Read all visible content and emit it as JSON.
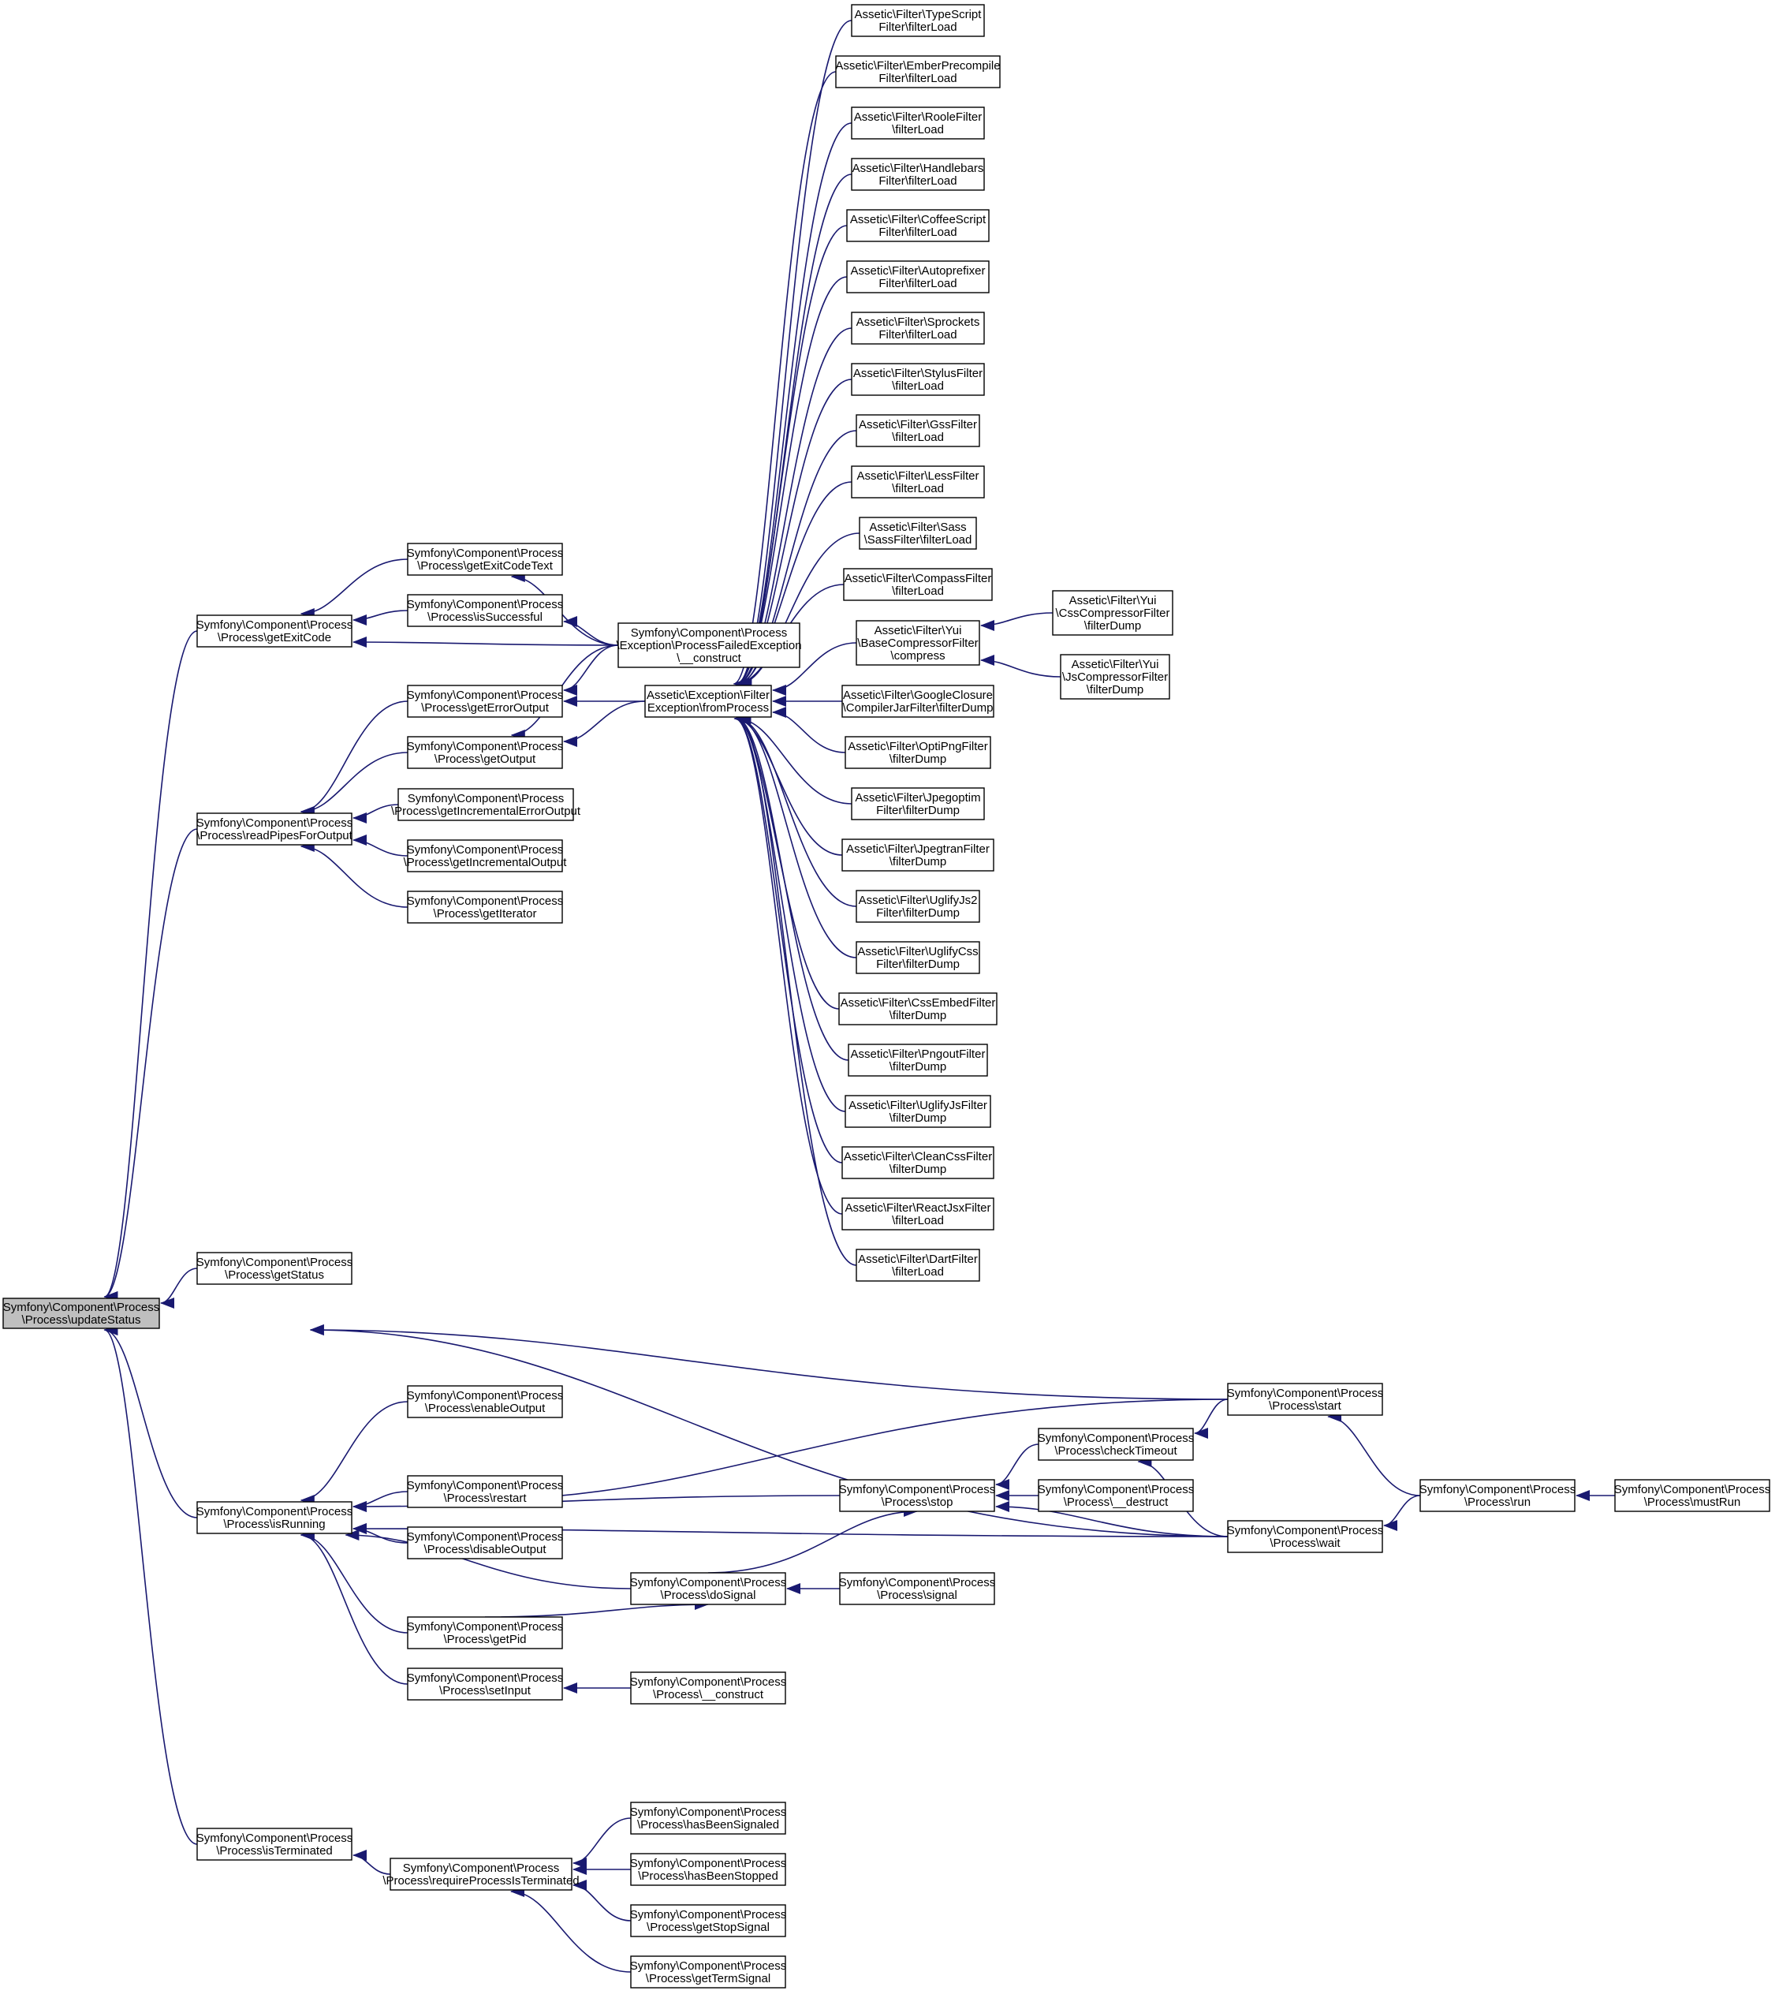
{
  "colors": {
    "edge": "#191970",
    "node_border": "#000000",
    "node_fill": "#ffffff",
    "focus_fill": "#bfbfbf"
  },
  "nodes": {
    "updateStatus": [
      "Symfony\\Component\\Process",
      "\\Process\\updateStatus"
    ],
    "getExitCode": [
      "Symfony\\Component\\Process",
      "\\Process\\getExitCode"
    ],
    "readPipesForOutput": [
      "Symfony\\Component\\Process",
      "\\Process\\readPipesForOutput"
    ],
    "getStatus": [
      "Symfony\\Component\\Process",
      "\\Process\\getStatus"
    ],
    "isRunning": [
      "Symfony\\Component\\Process",
      "\\Process\\isRunning"
    ],
    "isTerminated": [
      "Symfony\\Component\\Process",
      "\\Process\\isTerminated"
    ],
    "getExitCodeText": [
      "Symfony\\Component\\Process",
      "\\Process\\getExitCodeText"
    ],
    "isSuccessful": [
      "Symfony\\Component\\Process",
      "\\Process\\isSuccessful"
    ],
    "getErrorOutput": [
      "Symfony\\Component\\Process",
      "\\Process\\getErrorOutput"
    ],
    "getOutput": [
      "Symfony\\Component\\Process",
      "\\Process\\getOutput"
    ],
    "getIncrementalErrorOutput": [
      "Symfony\\Component\\Process",
      "\\Process\\getIncrementalErrorOutput"
    ],
    "getIncrementalOutput": [
      "Symfony\\Component\\Process",
      "\\Process\\getIncrementalOutput"
    ],
    "getIterator": [
      "Symfony\\Component\\Process",
      "\\Process\\getIterator"
    ],
    "enableOutput": [
      "Symfony\\Component\\Process",
      "\\Process\\enableOutput"
    ],
    "restart": [
      "Symfony\\Component\\Process",
      "\\Process\\restart"
    ],
    "disableOutput": [
      "Symfony\\Component\\Process",
      "\\Process\\disableOutput"
    ],
    "getPid": [
      "Symfony\\Component\\Process",
      "\\Process\\getPid"
    ],
    "setInput": [
      "Symfony\\Component\\Process",
      "\\Process\\setInput"
    ],
    "requireProcessIsTerminated": [
      "Symfony\\Component\\Process",
      "\\Process\\requireProcessIsTerminated"
    ],
    "processFailedConstruct": [
      "Symfony\\Component\\Process",
      "\\Exception\\ProcessFailedException",
      "\\__construct"
    ],
    "fromProcess": [
      "Assetic\\Exception\\Filter",
      "Exception\\fromProcess"
    ],
    "doSignal": [
      "Symfony\\Component\\Process",
      "\\Process\\doSignal"
    ],
    "processConstruct": [
      "Symfony\\Component\\Process",
      "\\Process\\__construct"
    ],
    "hasBeenSignaled": [
      "Symfony\\Component\\Process",
      "\\Process\\hasBeenSignaled"
    ],
    "hasBeenStopped": [
      "Symfony\\Component\\Process",
      "\\Process\\hasBeenStopped"
    ],
    "getStopSignal": [
      "Symfony\\Component\\Process",
      "\\Process\\getStopSignal"
    ],
    "getTermSignal": [
      "Symfony\\Component\\Process",
      "\\Process\\getTermSignal"
    ],
    "stop": [
      "Symfony\\Component\\Process",
      "\\Process\\stop"
    ],
    "signal": [
      "Symfony\\Component\\Process",
      "\\Process\\signal"
    ],
    "checkTimeout": [
      "Symfony\\Component\\Process",
      "\\Process\\checkTimeout"
    ],
    "destruct": [
      "Symfony\\Component\\Process",
      "\\Process\\__destruct"
    ],
    "start": [
      "Symfony\\Component\\Process",
      "\\Process\\start"
    ],
    "wait": [
      "Symfony\\Component\\Process",
      "\\Process\\wait"
    ],
    "run": [
      "Symfony\\Component\\Process",
      "\\Process\\run"
    ],
    "mustRun": [
      "Symfony\\Component\\Process",
      "\\Process\\mustRun"
    ],
    "typeScript": [
      "Assetic\\Filter\\TypeScript",
      "Filter\\filterLoad"
    ],
    "emberPrecompile": [
      "Assetic\\Filter\\EmberPrecompile",
      "Filter\\filterLoad"
    ],
    "roole": [
      "Assetic\\Filter\\RooleFilter",
      "\\filterLoad"
    ],
    "handlebars": [
      "Assetic\\Filter\\Handlebars",
      "Filter\\filterLoad"
    ],
    "coffeeScript": [
      "Assetic\\Filter\\CoffeeScript",
      "Filter\\filterLoad"
    ],
    "autoprefixer": [
      "Assetic\\Filter\\Autoprefixer",
      "Filter\\filterLoad"
    ],
    "sprockets": [
      "Assetic\\Filter\\Sprockets",
      "Filter\\filterLoad"
    ],
    "stylus": [
      "Assetic\\Filter\\StylusFilter",
      "\\filterLoad"
    ],
    "gss": [
      "Assetic\\Filter\\GssFilter",
      "\\filterLoad"
    ],
    "less": [
      "Assetic\\Filter\\LessFilter",
      "\\filterLoad"
    ],
    "sass": [
      "Assetic\\Filter\\Sass",
      "\\SassFilter\\filterLoad"
    ],
    "compass": [
      "Assetic\\Filter\\CompassFilter",
      "\\filterLoad"
    ],
    "yuiCompress": [
      "Assetic\\Filter\\Yui",
      "\\BaseCompressorFilter",
      "\\compress"
    ],
    "googleClosure": [
      "Assetic\\Filter\\GoogleClosure",
      "\\CompilerJarFilter\\filterDump"
    ],
    "optiPng": [
      "Assetic\\Filter\\OptiPngFilter",
      "\\filterDump"
    ],
    "jpegoptim": [
      "Assetic\\Filter\\Jpegoptim",
      "Filter\\filterDump"
    ],
    "jpegtran": [
      "Assetic\\Filter\\JpegtranFilter",
      "\\filterDump"
    ],
    "uglifyJs2": [
      "Assetic\\Filter\\UglifyJs2",
      "Filter\\filterDump"
    ],
    "uglifyCss": [
      "Assetic\\Filter\\UglifyCss",
      "Filter\\filterDump"
    ],
    "cssEmbed": [
      "Assetic\\Filter\\CssEmbedFilter",
      "\\filterDump"
    ],
    "pngout": [
      "Assetic\\Filter\\PngoutFilter",
      "\\filterDump"
    ],
    "uglifyJs": [
      "Assetic\\Filter\\UglifyJsFilter",
      "\\filterDump"
    ],
    "cleanCss": [
      "Assetic\\Filter\\CleanCssFilter",
      "\\filterDump"
    ],
    "reactJsx": [
      "Assetic\\Filter\\ReactJsxFilter",
      "\\filterLoad"
    ],
    "dart": [
      "Assetic\\Filter\\DartFilter",
      "\\filterLoad"
    ],
    "yuiCss": [
      "Assetic\\Filter\\Yui",
      "\\CssCompressorFilter",
      "\\filterDump"
    ],
    "yuiJs": [
      "Assetic\\Filter\\Yui",
      "\\JsCompressorFilter",
      "\\filterDump"
    ]
  },
  "focus_node": "updateStatus",
  "edges": [
    [
      "getExitCode",
      "updateStatus"
    ],
    [
      "readPipesForOutput",
      "updateStatus"
    ],
    [
      "getStatus",
      "updateStatus"
    ],
    [
      "start",
      "updateStatus"
    ],
    [
      "isRunning",
      "updateStatus"
    ],
    [
      "wait",
      "updateStatus"
    ],
    [
      "isTerminated",
      "updateStatus"
    ],
    [
      "getExitCodeText",
      "getExitCode"
    ],
    [
      "isSuccessful",
      "getExitCode"
    ],
    [
      "processFailedConstruct",
      "getExitCode"
    ],
    [
      "processFailedConstruct",
      "getExitCodeText"
    ],
    [
      "processFailedConstruct",
      "isSuccessful"
    ],
    [
      "getErrorOutput",
      "readPipesForOutput"
    ],
    [
      "getOutput",
      "readPipesForOutput"
    ],
    [
      "getIncrementalErrorOutput",
      "readPipesForOutput"
    ],
    [
      "getIncrementalOutput",
      "readPipesForOutput"
    ],
    [
      "getIterator",
      "readPipesForOutput"
    ],
    [
      "processFailedConstruct",
      "getErrorOutput"
    ],
    [
      "fromProcess",
      "getErrorOutput"
    ],
    [
      "processFailedConstruct",
      "getOutput"
    ],
    [
      "fromProcess",
      "getOutput"
    ],
    [
      "typeScript",
      "fromProcess"
    ],
    [
      "emberPrecompile",
      "fromProcess"
    ],
    [
      "roole",
      "fromProcess"
    ],
    [
      "handlebars",
      "fromProcess"
    ],
    [
      "coffeeScript",
      "fromProcess"
    ],
    [
      "autoprefixer",
      "fromProcess"
    ],
    [
      "sprockets",
      "fromProcess"
    ],
    [
      "stylus",
      "fromProcess"
    ],
    [
      "gss",
      "fromProcess"
    ],
    [
      "less",
      "fromProcess"
    ],
    [
      "sass",
      "fromProcess"
    ],
    [
      "compass",
      "fromProcess"
    ],
    [
      "yuiCompress",
      "fromProcess"
    ],
    [
      "googleClosure",
      "fromProcess"
    ],
    [
      "optiPng",
      "fromProcess"
    ],
    [
      "jpegoptim",
      "fromProcess"
    ],
    [
      "jpegtran",
      "fromProcess"
    ],
    [
      "uglifyJs2",
      "fromProcess"
    ],
    [
      "uglifyCss",
      "fromProcess"
    ],
    [
      "cssEmbed",
      "fromProcess"
    ],
    [
      "pngout",
      "fromProcess"
    ],
    [
      "uglifyJs",
      "fromProcess"
    ],
    [
      "cleanCss",
      "fromProcess"
    ],
    [
      "reactJsx",
      "fromProcess"
    ],
    [
      "dart",
      "fromProcess"
    ],
    [
      "yuiCss",
      "yuiCompress"
    ],
    [
      "yuiJs",
      "yuiCompress"
    ],
    [
      "start",
      "isRunning"
    ],
    [
      "enableOutput",
      "isRunning"
    ],
    [
      "stop",
      "isRunning"
    ],
    [
      "restart",
      "isRunning"
    ],
    [
      "disableOutput",
      "isRunning"
    ],
    [
      "doSignal",
      "isRunning"
    ],
    [
      "getPid",
      "isRunning"
    ],
    [
      "setInput",
      "isRunning"
    ],
    [
      "wait",
      "isRunning"
    ],
    [
      "doSignal",
      "stop"
    ],
    [
      "getPid",
      "doSignal"
    ],
    [
      "signal",
      "doSignal"
    ],
    [
      "processConstruct",
      "setInput"
    ],
    [
      "checkTimeout",
      "stop"
    ],
    [
      "destruct",
      "stop"
    ],
    [
      "wait",
      "stop"
    ],
    [
      "start",
      "checkTimeout"
    ],
    [
      "wait",
      "checkTimeout"
    ],
    [
      "run",
      "start"
    ],
    [
      "run",
      "wait"
    ],
    [
      "mustRun",
      "run"
    ],
    [
      "requireProcessIsTerminated",
      "isTerminated"
    ],
    [
      "hasBeenSignaled",
      "requireProcessIsTerminated"
    ],
    [
      "hasBeenStopped",
      "requireProcessIsTerminated"
    ],
    [
      "getStopSignal",
      "requireProcessIsTerminated"
    ],
    [
      "getTermSignal",
      "requireProcessIsTerminated"
    ]
  ]
}
